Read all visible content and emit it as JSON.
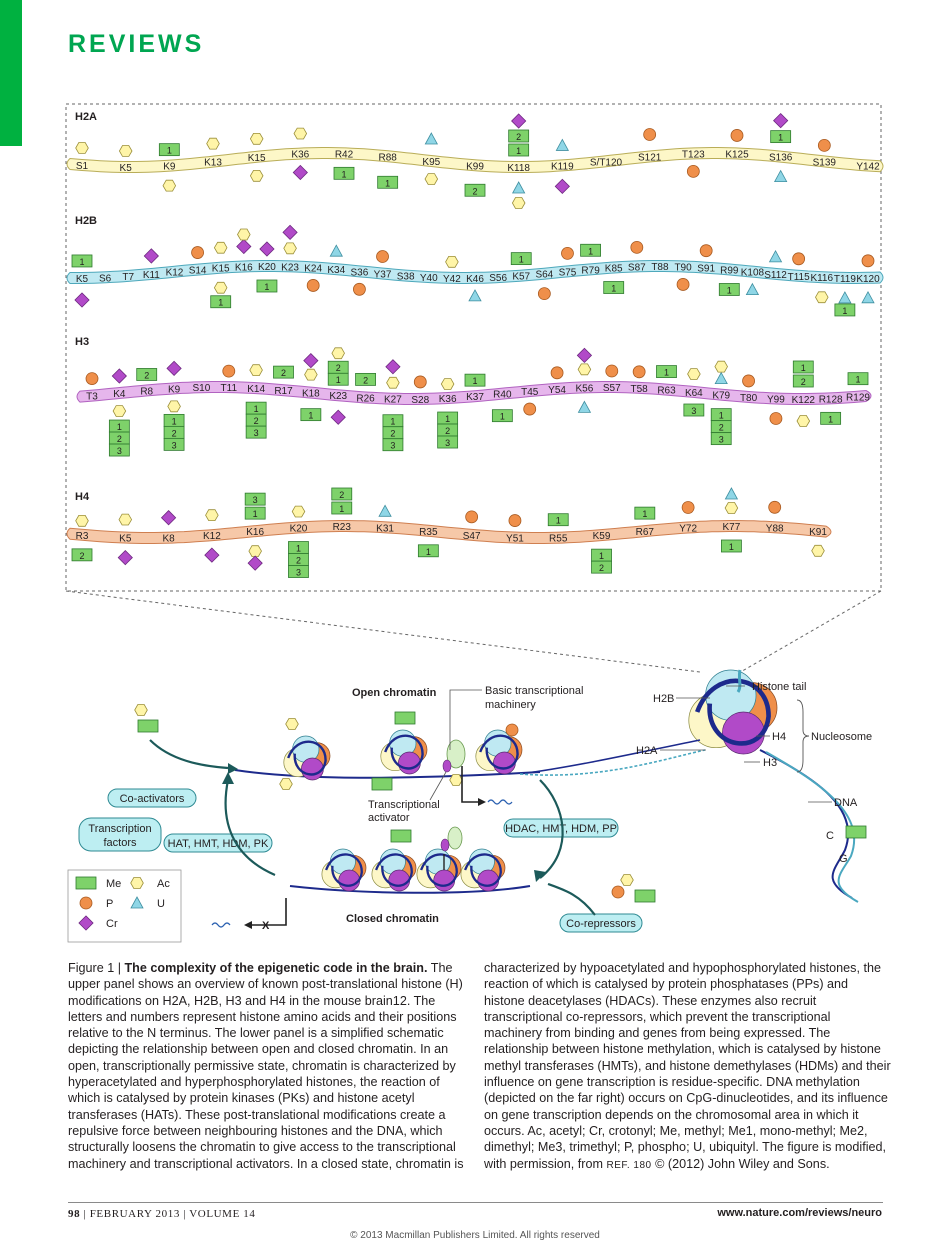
{
  "header": {
    "section": "REVIEWS"
  },
  "tracks": [
    {
      "name": "H2A",
      "residues": [
        "S1",
        "K5",
        "K9",
        "K13",
        "K15",
        "K36",
        "R42",
        "R88",
        "K95",
        "K99",
        "K118",
        "K119",
        "S/T120",
        "S121",
        "T123",
        "K125",
        "S136",
        "S139",
        "Y142"
      ]
    },
    {
      "name": "H2B",
      "residues": [
        "K5",
        "S6",
        "T7",
        "K11",
        "K12",
        "S14",
        "K15",
        "K16",
        "K20",
        "K23",
        "K24",
        "K34",
        "S36",
        "Y37",
        "S38",
        "Y40",
        "Y42",
        "K46",
        "S56",
        "K57",
        "S64",
        "S75",
        "R79",
        "K85",
        "S87",
        "T88",
        "T90",
        "S91",
        "R99",
        "K108",
        "S112",
        "T115",
        "K116",
        "T119",
        "K120"
      ]
    },
    {
      "name": "H3",
      "residues": [
        "T3",
        "K4",
        "R8",
        "K9",
        "S10",
        "T11",
        "K14",
        "R17",
        "K18",
        "K23",
        "R26",
        "K27",
        "S28",
        "K36",
        "K37",
        "R40",
        "T45",
        "Y54",
        "K56",
        "S57",
        "T58",
        "R63",
        "K64",
        "K79",
        "T80",
        "Y99",
        "K122",
        "R128",
        "R129"
      ]
    },
    {
      "name": "H4",
      "residues": [
        "R3",
        "K5",
        "K8",
        "K12",
        "K16",
        "K20",
        "R23",
        "K31",
        "R35",
        "S47",
        "Y51",
        "R55",
        "K59",
        "R67",
        "Y72",
        "K77",
        "Y88",
        "K91"
      ]
    }
  ],
  "labels": {
    "open": "Open chromatin",
    "closed": "Closed chromatin",
    "btm": "Basic transcriptional",
    "btm2": "machinery",
    "ta": "Transcriptional",
    "ta2": "activator",
    "coact": "Co-activators",
    "tf": "Transcription",
    "tf2": "factors",
    "hat": "HAT, HMT, HDM, PK",
    "hdac": "HDAC, HMT, HDM, PP",
    "corep": "Co-repressors",
    "histone_tail": "Histone tail",
    "nucleosome": "Nucleosome",
    "dna": "DNA",
    "h2b": "H2B",
    "h2a": "H2A",
    "h4": "H4",
    "h3": "H3",
    "c": "C",
    "g": "G",
    "x": "X"
  },
  "legend": [
    {
      "symbol": "Me",
      "label": "Me"
    },
    {
      "symbol": "Ac",
      "label": "Ac"
    },
    {
      "symbol": "P",
      "label": "P"
    },
    {
      "symbol": "U",
      "label": "U"
    },
    {
      "symbol": "Cr",
      "label": "Cr"
    }
  ],
  "colors": {
    "me": "#7ed26a",
    "ac": "#fff5a8",
    "p": "#ef8f4a",
    "u": "#8fd6e6",
    "cr": "#b14ac8",
    "h2a": "#fdf7c8",
    "h2b": "#bfe9f2",
    "h3": "#e6b6ec",
    "h4": "#f6c8a8",
    "dark": "#1c5a5a",
    "navy": "#1d2a8c",
    "green": "#00a651"
  },
  "caption": {
    "fig_label": "Figure 1 |",
    "title": "The complexity of the epigenetic code in the brain.",
    "left_rest": "The upper panel shows an overview of known post-translational histone (H) modifications on H2A, H2B, H3 and H4 in the mouse brain12. The letters and numbers represent histone amino acids and their positions relative to the N terminus. The lower panel is a simplified schematic depicting the relationship between open and closed chromatin. In an open, transcriptionally permissive state, chromatin is characterized by hyperacetylated and hyperphosphorylated histones, the reaction of which is catalysed by protein kinases (PKs) and histone acetyl transferases (HATs). These post-translational modifications create a repulsive force between neighbouring histones and the DNA, which structurally loosens the chromatin to give access to the transcriptional machinery and transcriptional activators. In a closed state, chromatin is",
    "right_a": "characterized by hypoacetylated and hypophosphorylated histones, the reaction of which is catalysed by protein phosphatases (PPs) and histone deacetylases (HDACs). These enzymes also recruit transcriptional co-repressors, which prevent the transcriptional machinery from binding and genes from being expressed. The relationship between histone methylation, which is catalysed by histone methyl transferases (HMTs), and histone demethylases (HDMs) and their influence on gene transcription is residue-specific. DNA methylation (depicted on the far right) occurs on CpG-dinucleotides, and its influence on gene transcription depends on the chromosomal area in which it occurs. Ac, acetyl; Cr, crotonyl; Me, methyl; Me1, mono-methyl; Me2, dimethyl; Me3, trimethyl; P, phospho; U, ubiquityl. The figure is modified, with permission, from",
    "ref": "REF. 180",
    "right_b": "© (2012) John Wiley and Sons."
  },
  "footer": {
    "page": "98",
    "left": "| FEBRUARY 2013 | VOLUME 14",
    "right": "www.nature.com/reviews/neuro",
    "copyright": "© 2013 Macmillan Publishers Limited. All rights reserved"
  }
}
